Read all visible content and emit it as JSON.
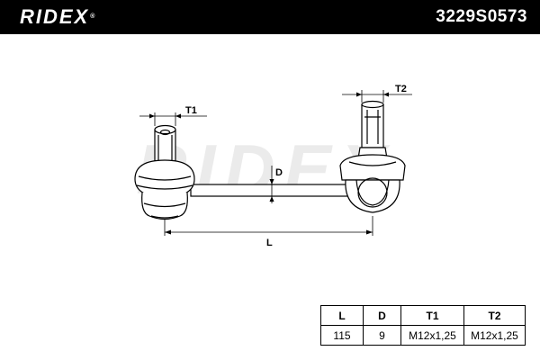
{
  "header": {
    "brand": "RIDEX",
    "part_number": "3229S0573"
  },
  "watermark": {
    "text": "RIDEX"
  },
  "drawing": {
    "labels": {
      "t1": "T1",
      "t2": "T2",
      "d": "D",
      "l": "L"
    }
  },
  "spec_table": {
    "headers": [
      "L",
      "D",
      "T1",
      "T2"
    ],
    "values": [
      "115",
      "9",
      "M12x1,25",
      "M12x1,25"
    ]
  },
  "colors": {
    "header_bg": "#000000",
    "watermark": "#ebebeb",
    "line": "#000000"
  }
}
